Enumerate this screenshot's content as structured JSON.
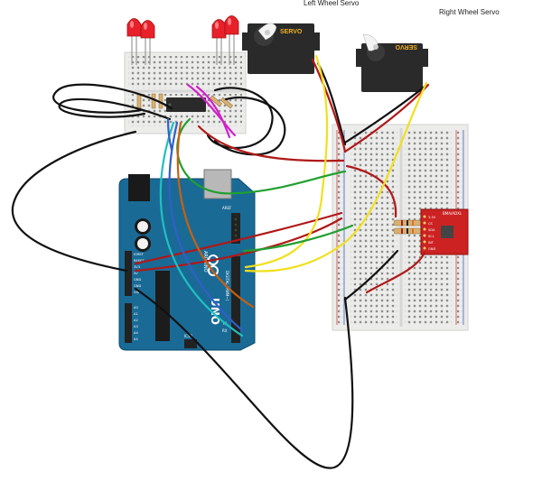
{
  "labels": {
    "left_servo": "Left Wheel Servo",
    "right_servo": "Right Wheel Servo"
  },
  "servo": {
    "brand": "SERVO"
  },
  "arduino": {
    "brand": "ARDUINO",
    "model": "UNO",
    "icsp": "ICSP",
    "power_labels": [
      "IOREF",
      "RESET",
      "3V3",
      "5V",
      "GND",
      "GND",
      "VIN"
    ],
    "analog_labels": [
      "A0",
      "A1",
      "A2",
      "A3",
      "A4",
      "A5"
    ],
    "digital_header": "DIGITAL (PWM~)",
    "aref": "AREF",
    "tx": "TX",
    "rx": "RX"
  },
  "sensor": {
    "name": "BMA/ADXL",
    "pins": [
      "3.3V",
      "CS",
      "SDA",
      "SCL",
      "INT",
      "GND"
    ]
  },
  "colors": {
    "board_blue": "#1a6a96",
    "breadboard": "#e8e8e2",
    "led_red": "#e8202a",
    "servo_body": "#2a2a2a",
    "sensor_red": "#cc2222",
    "wire_red": "#b01818",
    "wire_black": "#111111",
    "wire_yellow": "#f0e020",
    "wire_green": "#20a030",
    "wire_orange": "#c86010",
    "wire_blue": "#3060c8",
    "wire_cyan": "#20c0c0",
    "wire_magenta": "#d020c8"
  }
}
